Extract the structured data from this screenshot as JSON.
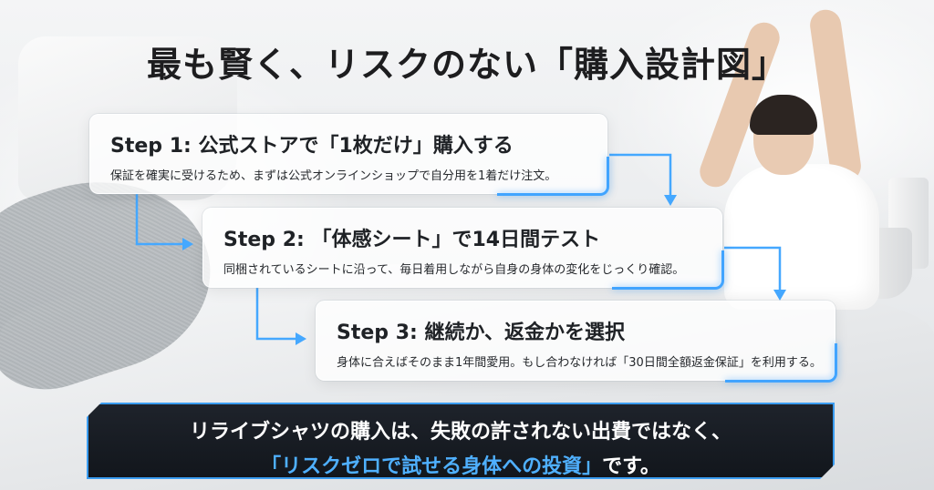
{
  "title": "最も賢く、リスクのない「購入設計図」",
  "steps": [
    {
      "heading": "Step 1: 公式ストアで「1枚だけ」購入する",
      "desc": "保証を確実に受けるため、まずは公式オンラインショップで自分用を1着だけ注文。"
    },
    {
      "heading": "Step 2: 「体感シート」で14日間テスト",
      "desc": "同梱されているシートに沿って、毎日着用しながら自身の身体の変化をじっくり確認。"
    },
    {
      "heading": "Step 3: 継続か、返金かを選択",
      "desc": "身体に合えばそのまま1年間愛用。もし合わなければ「30日間全額返金保証」を利用する。"
    }
  ],
  "banner": {
    "line1": "リライブシャツの購入は、失敗の許されない出費ではなく、",
    "line2_accent": "「リスクゼロで試せる身体への投資」",
    "line2_plain": "です。"
  },
  "colors": {
    "accent": "#45a8ff",
    "banner_bg": "#12161c",
    "title": "#1d1d1f"
  }
}
